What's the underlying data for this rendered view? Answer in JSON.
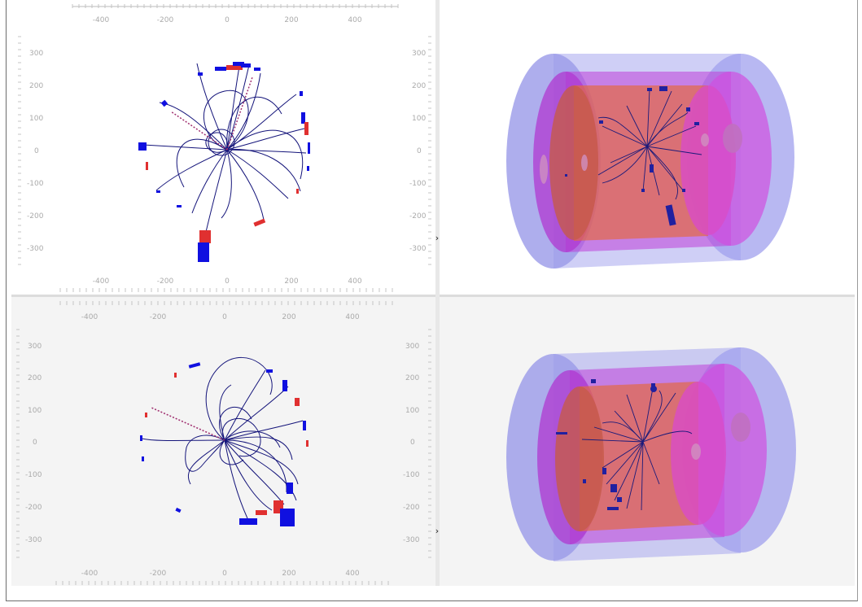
{
  "views": {
    "top_left": {
      "x_ticks": [
        "-400",
        "-200",
        "0",
        "200",
        "400"
      ],
      "y_ticks": [
        "300",
        "200",
        "100",
        "0",
        "-100",
        "-200",
        "-300"
      ]
    },
    "bottom_left": {
      "x_ticks": [
        "-400",
        "-200",
        "0",
        "200",
        "400"
      ],
      "y_ticks": [
        "300",
        "200",
        "100",
        "0",
        "-100",
        "-200",
        "-300"
      ]
    }
  },
  "controls": {
    "expand_top": "›",
    "expand_bottom": "›"
  },
  "colors": {
    "track": "#14147a",
    "em_deposit": "#e03030",
    "had_deposit": "#1010e0",
    "cylinder_outer": "#8f8fe8",
    "cylinder_magenta": "#c040d8",
    "cylinder_orange": "#e26a45"
  }
}
